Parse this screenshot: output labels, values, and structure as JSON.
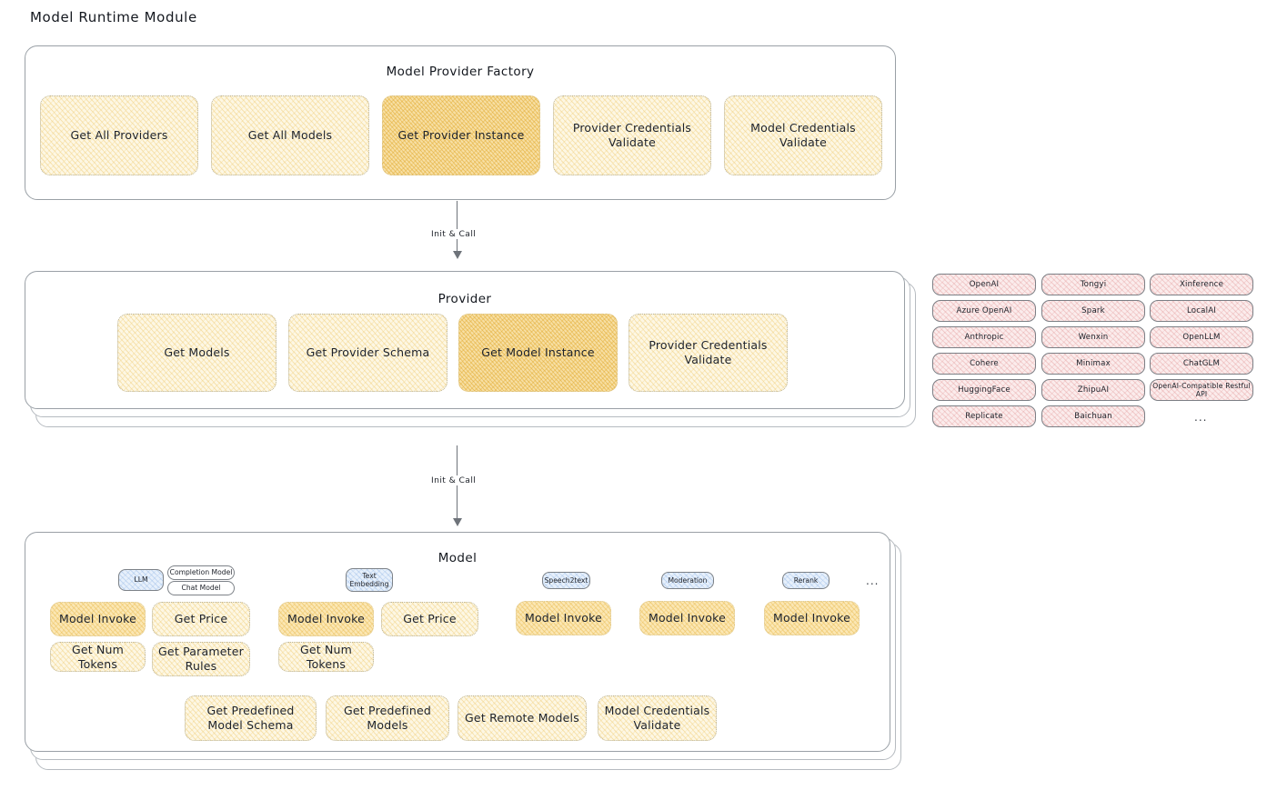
{
  "page": {
    "title": "Model Runtime Module"
  },
  "colors": {
    "highlight_fill": "#f7dfa4",
    "mid_fill": "#fbe7b4",
    "light_fill": "#fdf7e4",
    "provider_chip_fill": "#fbecec",
    "model_tag_fill": "#e7f0fb",
    "card_border": "#9aa0a6",
    "arrow": "#6e737a"
  },
  "factory": {
    "title": "Model Provider Factory",
    "methods": [
      {
        "label": "Get All Providers",
        "highlight": false
      },
      {
        "label": "Get All Models",
        "highlight": false
      },
      {
        "label": "Get Provider Instance",
        "highlight": true
      },
      {
        "label": "Provider Credentials Validate",
        "highlight": false
      },
      {
        "label": "Model Credentials Validate",
        "highlight": false
      }
    ]
  },
  "arrows": [
    {
      "label": "Init & Call"
    },
    {
      "label": "Init & Call"
    }
  ],
  "provider": {
    "title": "Provider",
    "methods": [
      {
        "label": "Get Models",
        "highlight": false
      },
      {
        "label": "Get Provider Schema",
        "highlight": false
      },
      {
        "label": "Get Model Instance",
        "highlight": true
      },
      {
        "label": "Provider Credentials Validate",
        "highlight": false
      }
    ]
  },
  "provider_list": {
    "ellipsis": "...",
    "columns": [
      [
        "OpenAI",
        "Azure OpenAI",
        "Anthropic",
        "Cohere",
        "HuggingFace",
        "Replicate"
      ],
      [
        "Tongyi",
        "Spark",
        "Wenxin",
        "Minimax",
        "ZhipuAI",
        "Baichuan"
      ],
      [
        "Xinference",
        "LocalAI",
        "OpenLLM",
        "ChatGLM",
        "OpenAI-Compatible Restful API"
      ]
    ]
  },
  "model": {
    "title": "Model",
    "ellipsis": "...",
    "types": [
      {
        "name": "LLM",
        "sub": [
          "Completion Model",
          "Chat Model"
        ]
      },
      {
        "name": "Text Embedding",
        "sub": []
      },
      {
        "name": "Speech2text",
        "sub": []
      },
      {
        "name": "Moderation",
        "sub": []
      },
      {
        "name": "Rerank",
        "sub": []
      }
    ],
    "methods": [
      {
        "label": "Model Invoke",
        "highlight": "mid"
      },
      {
        "label": "Get Price",
        "highlight": "none"
      },
      {
        "label": "Get Num Tokens",
        "highlight": "none"
      },
      {
        "label": "Get Parameter Rules",
        "highlight": "none"
      },
      {
        "label": "Model Invoke",
        "highlight": "mid"
      },
      {
        "label": "Get Price",
        "highlight": "none"
      },
      {
        "label": "Get Num Tokens",
        "highlight": "none"
      },
      {
        "label": "Model Invoke",
        "highlight": "mid"
      },
      {
        "label": "Model Invoke",
        "highlight": "mid"
      },
      {
        "label": "Model Invoke",
        "highlight": "mid"
      }
    ],
    "common_methods": [
      {
        "label": "Get Predefined Model Schema"
      },
      {
        "label": "Get Predefined Models"
      },
      {
        "label": "Get Remote Models"
      },
      {
        "label": "Model Credentials Validate"
      }
    ]
  }
}
